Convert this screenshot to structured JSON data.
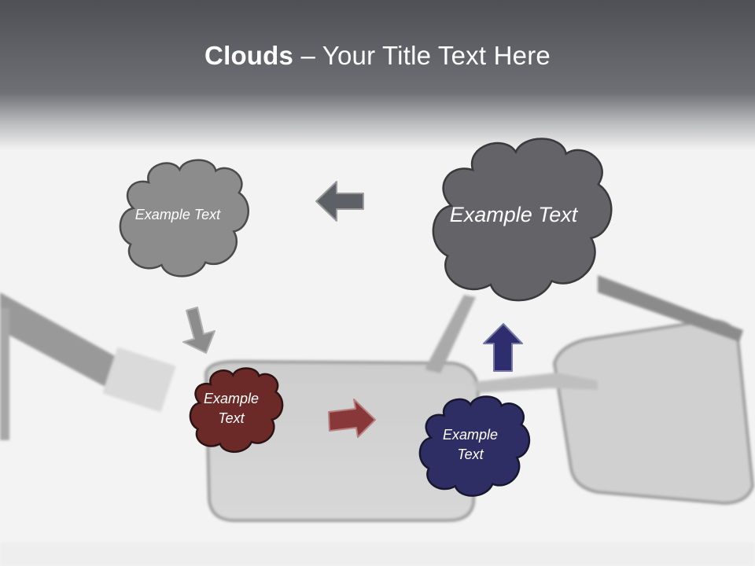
{
  "slide": {
    "title_bold": "Clouds",
    "title_dash": " – ",
    "title_rest": "Your Title Text Here"
  },
  "clouds": [
    {
      "id": "cloud-gray-light",
      "text": "Example Text",
      "fill": "#8c8c8c"
    },
    {
      "id": "cloud-gray-dark",
      "text": "Example Text",
      "fill": "#636368"
    },
    {
      "id": "cloud-maroon",
      "text": "Example Text",
      "fill": "#6b2a28"
    },
    {
      "id": "cloud-navy",
      "text": "Example Text",
      "fill": "#2e2e64"
    }
  ],
  "arrows": [
    {
      "id": "arrow-left",
      "direction": "left",
      "fill": "#5e6068"
    },
    {
      "id": "arrow-down",
      "direction": "down-left",
      "fill": "#8c8c8c"
    },
    {
      "id": "arrow-right",
      "direction": "right",
      "fill": "#883838"
    },
    {
      "id": "arrow-up",
      "direction": "up",
      "fill": "#2e2e6e"
    }
  ],
  "colors": {
    "header_band": "#55575d",
    "background": "#f3f3f3"
  }
}
